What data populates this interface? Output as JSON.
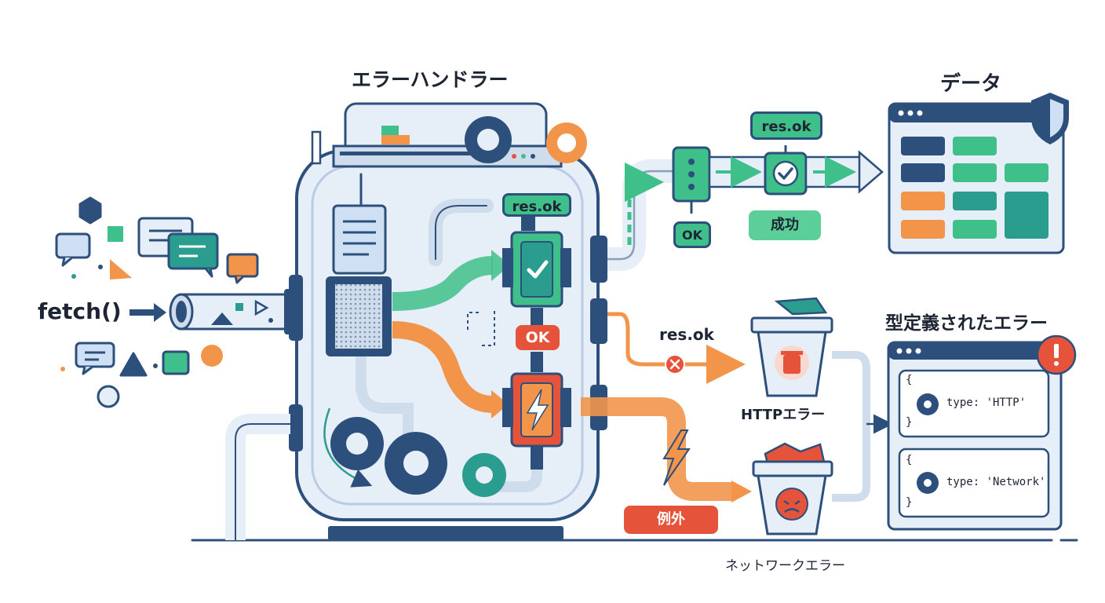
{
  "labels": {
    "fetch": "fetch()",
    "handler_title": "エラーハンドラー",
    "data_title": "データ",
    "typed_errors_title": "型定義されたエラー",
    "http_error": "HTTPエラー",
    "network_error": "ネットワークエラー",
    "res_ok_center": "res.ok",
    "res_ok_top": "res.ok",
    "res_ok_mid": "res.ok",
    "ok_center": "OK",
    "ok_top": "OK",
    "success": "成功",
    "exception": "例外"
  },
  "typed_errors": [
    {
      "open": "{",
      "text": "type: 'HTTP'",
      "close": "}"
    },
    {
      "open": "{",
      "text": "type: 'Network'",
      "close": "}"
    }
  ],
  "colors": {
    "navy": "#2c4f7c",
    "green": "#3fbf8a",
    "orange": "#f2954b",
    "red": "#e5543a",
    "teal": "#2a9d8f",
    "pipe_light": "#e6eef8"
  }
}
